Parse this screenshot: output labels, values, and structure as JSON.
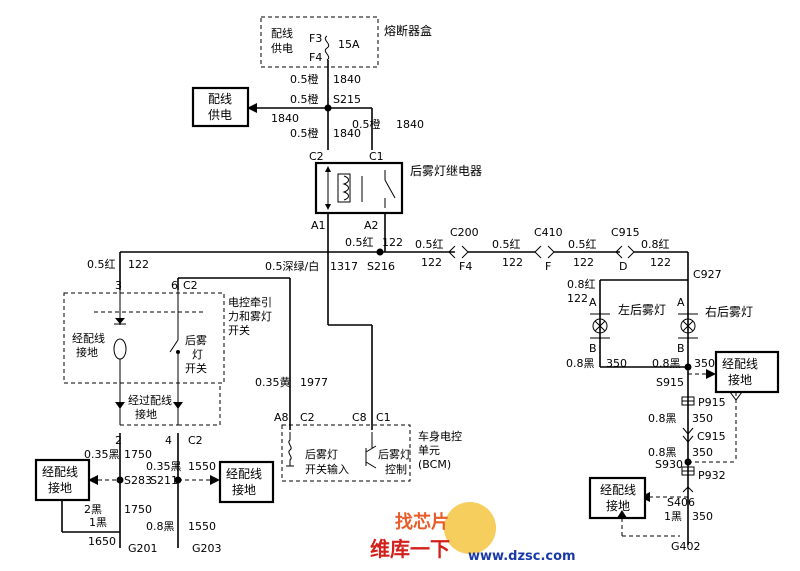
{
  "fuse_box": {
    "title": "熔断器盒",
    "supply_l1": "配线",
    "supply_l2": "供电",
    "pin_top": "F3",
    "pin_bottom": "F4",
    "rating": "15A"
  },
  "supply_left": {
    "l1": "配线",
    "l2": "供电"
  },
  "wires": {
    "w_a_gauge": "0.5橙",
    "w_a_code": "1840",
    "w_b_gauge": "0.5橙",
    "splice_s215": "S215",
    "w_c_code": "1840",
    "w_d_gauge": "0.5橙",
    "w_d_code": "1840",
    "w_e_gauge": "0.5橙",
    "w_e_code": "1840",
    "c2": "C2",
    "c1": "C1",
    "a1": "A1",
    "a2": "A2",
    "r_gauge": "0.5红",
    "r_code": "122",
    "s216": "S216",
    "c200": "C200",
    "f4_gauge": "0.5红",
    "f4_code": "122",
    "f4": "F4",
    "c410": "C410",
    "f_gauge": "0.5红",
    "f_code": "122",
    "f": "F",
    "c915": "C915",
    "d_gauge": "0.5红",
    "d_code": "122",
    "d": "D",
    "red_gauge_r": "0.8红",
    "red_code_r": "122",
    "c927": "C927",
    "left_gauge": "0.5红",
    "left_code": "122",
    "green_gauge": "0.5深绿/白",
    "green_code": "1317",
    "pin3": "3",
    "pin6": "6",
    "c2_b": "C2",
    "yellow_gauge": "0.35黄",
    "yellow_code": "1977",
    "pin2": "2",
    "pin4": "4",
    "c2_c": "C2",
    "b35_gauge_1": "0.35黑",
    "b35_code_1": "1750",
    "b35_gauge_2": "0.35黑",
    "b35_code_2": "1550",
    "s283": "S283",
    "s211": "S211",
    "b2_gauge": "2黑",
    "b2_code": "1750",
    "b1_gauge": "1黑",
    "b1_code": "1650",
    "b08_gauge": "0.8黑",
    "b08_code": "1550",
    "g201": "G201",
    "g203": "G203",
    "a8": "A8",
    "c2_d": "C2",
    "c8": "C8",
    "c1_b": "C1",
    "lamp_gauge_l": "0.8红",
    "lamp_code_l": "122",
    "lamp_a_l": "A",
    "lamp_b_l": "B",
    "lamp_a_r": "A",
    "lamp_b_r": "B",
    "lamp_black_gauge_l": "0.8黑",
    "lamp_black_code_l": "350",
    "lamp_black_gauge_r": "0.8黑",
    "lamp_black_code_r": "350",
    "s915": "S915",
    "p915": "P915",
    "r_black_gauge_1": "0.8黑",
    "r_black_code_1": "350",
    "c915_b": "C915",
    "r_black_gauge_2": "0.8黑",
    "r_black_code_2": "350",
    "s930": "S930",
    "p932": "P932",
    "s406": "S406",
    "r_black_gauge_3": "1黑",
    "r_black_code_3": "350",
    "g402": "G402"
  },
  "relay": {
    "label": "后雾灯继电器"
  },
  "switch_module": {
    "label_l1": "电控牵引",
    "label_l2": "力和雾灯",
    "label_l3": "开关",
    "ground_l1": "经配线",
    "ground_l2": "接地",
    "sw_l1": "后雾",
    "sw_l2": "灯",
    "sw_l3": "开关",
    "via_l1": "经过配线",
    "via_l2": "接地"
  },
  "bcm": {
    "label_l1": "车身电控",
    "label_l2": "单元",
    "label_l3": "(BCM)",
    "in_l1": "后雾灯",
    "in_l2": "开关输入",
    "ctl_l1": "后雾灯",
    "ctl_l2": "控制"
  },
  "lamps": {
    "left": "左后雾灯",
    "right": "右后雾灯"
  },
  "grounds": {
    "g_left_l1": "经配线",
    "g_left_l2": "接地",
    "g_mid_l1": "经配线",
    "g_mid_l2": "接地",
    "g_r1_l1": "经配线",
    "g_r1_l2": "接地",
    "g_r2_l1": "经配线",
    "g_r2_l2": "接地"
  },
  "watermark": {
    "line1": "找芯片",
    "line2": "维库一下",
    "url": "www.dzsc.com"
  }
}
